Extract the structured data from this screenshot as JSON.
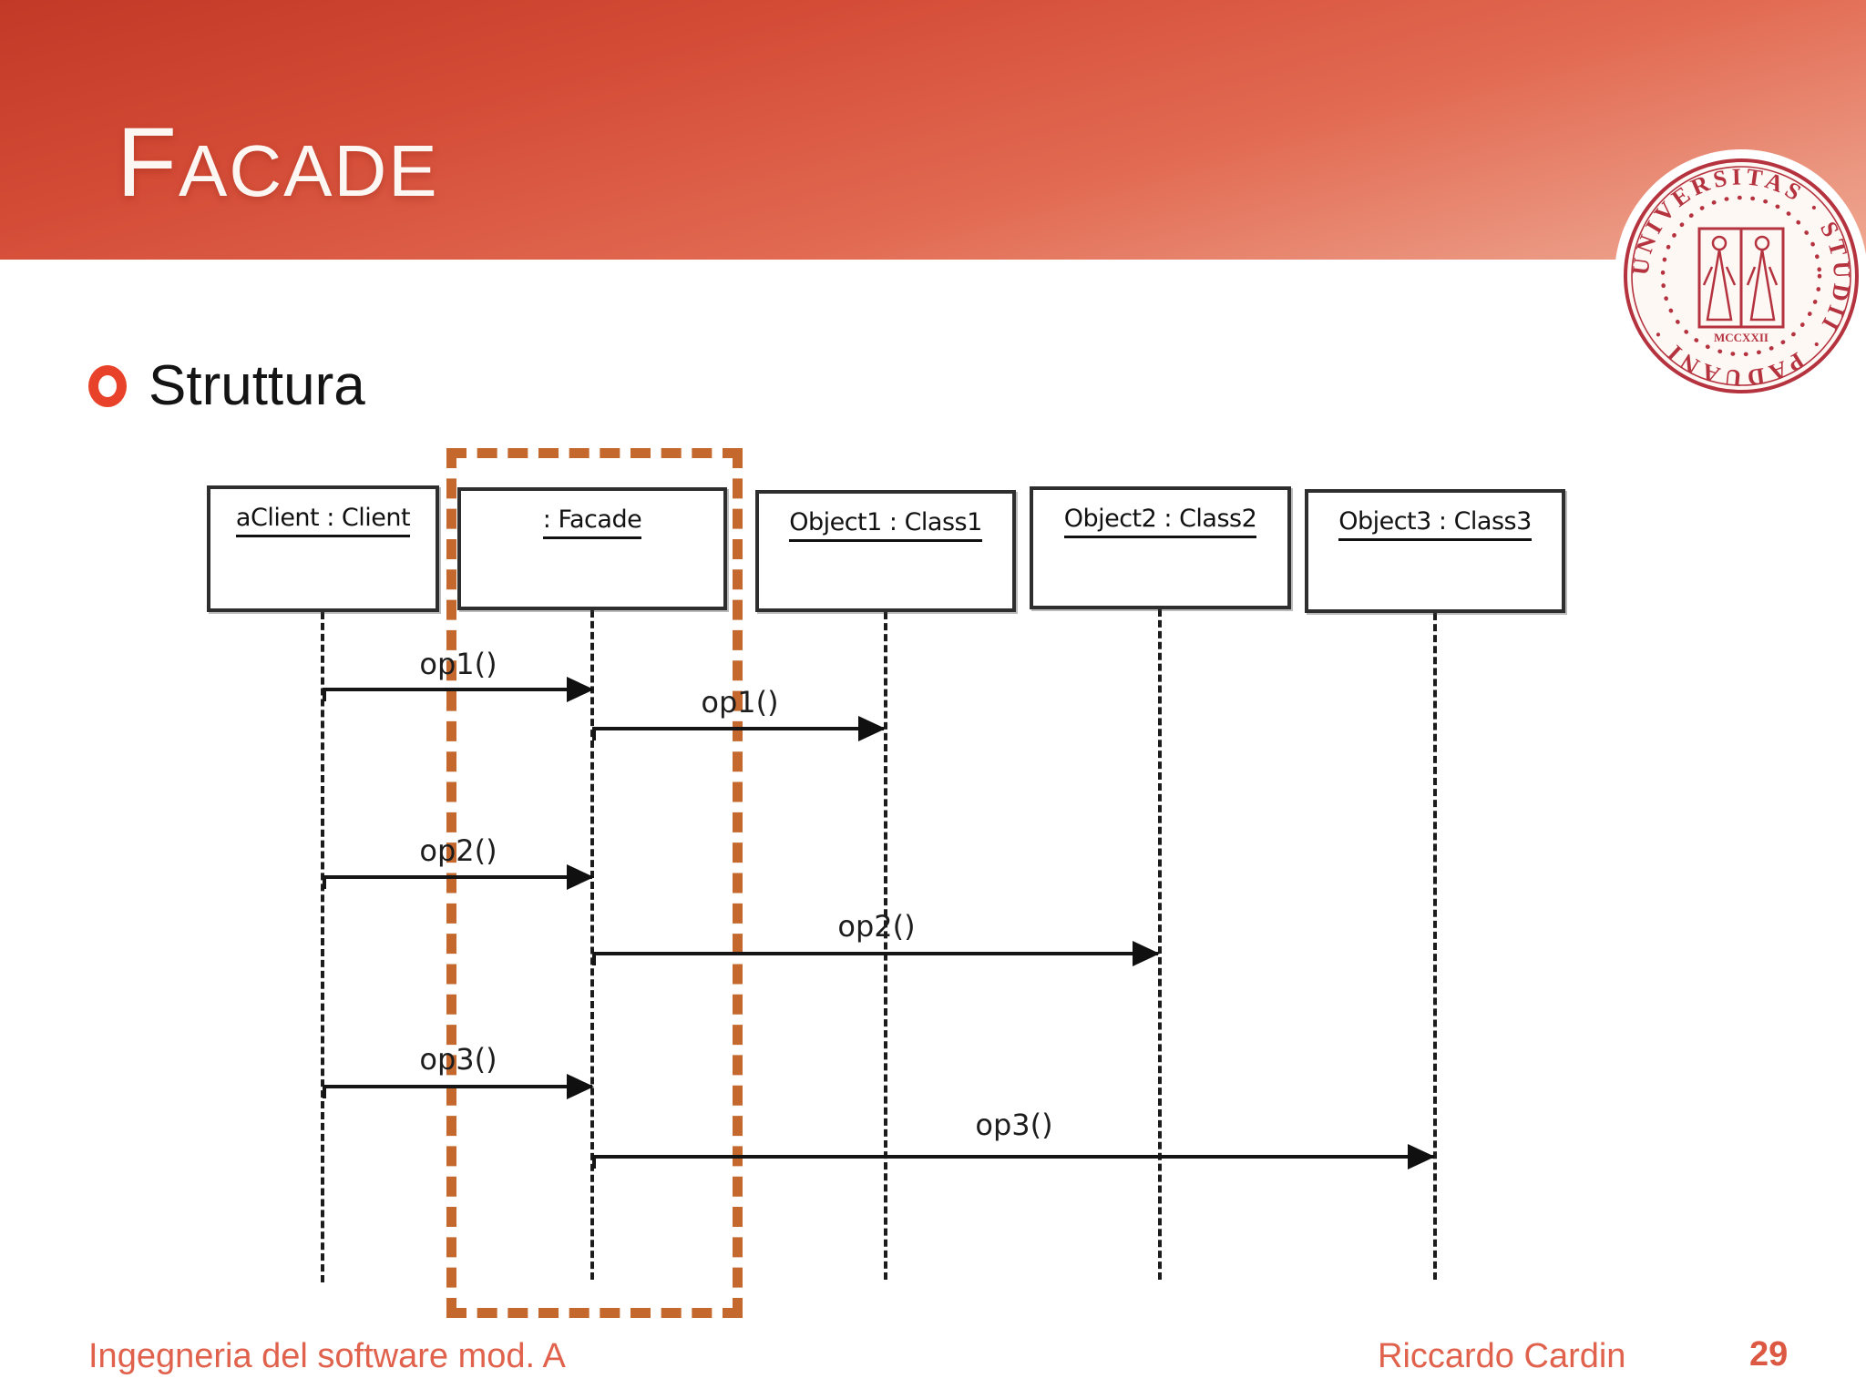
{
  "slide": {
    "title": "Facade",
    "bullet": "Struttura"
  },
  "logo": {
    "circular_text": "UNIVERSITAS · STUDII · PADUANI ·",
    "year_text": "MCCXXII"
  },
  "diagram": {
    "participants": [
      {
        "name": "aClient : Client"
      },
      {
        "name": ": Facade"
      },
      {
        "name": "Object1 : Class1"
      },
      {
        "name": "Object2 : Class2"
      },
      {
        "name": "Object3 : Class3"
      }
    ],
    "messages": [
      {
        "label": "op1()",
        "from": "aClient : Client",
        "to": ": Facade"
      },
      {
        "label": "op1()",
        "from": ": Facade",
        "to": "Object1 : Class1"
      },
      {
        "label": "op2()",
        "from": "aClient : Client",
        "to": ": Facade"
      },
      {
        "label": "op2()",
        "from": ": Facade",
        "to": "Object2 : Class2"
      },
      {
        "label": "op3()",
        "from": "aClient : Client",
        "to": ": Facade"
      },
      {
        "label": "op3()",
        "from": ": Facade",
        "to": "Object3 : Class3"
      }
    ],
    "highlight_color": "#c4682d"
  },
  "footer": {
    "course": "Ingegneria del software mod. A",
    "author": "Riccardo Cardin",
    "page": "29"
  },
  "colors": {
    "header_top": "#c23a27",
    "header_bottom": "#f0a892",
    "accent": "#e8432a",
    "footer_text": "#e0614c",
    "seal": "#b5323f"
  }
}
